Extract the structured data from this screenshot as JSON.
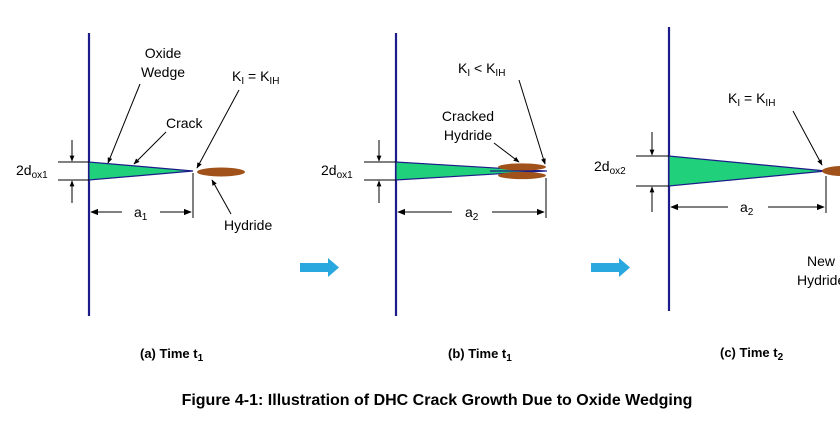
{
  "figure": {
    "caption": "Figure 4-1:  Illustration of DHC Crack Growth Due to Oxide Wedging"
  },
  "colors": {
    "wall": "#1c1c8a",
    "wedge": "#20d07a",
    "hydride": "#a0521a",
    "arrow": "#29a8e0",
    "line": "#000000"
  },
  "panels": [
    {
      "caption_main": "(a) Time t",
      "caption_sub": "1",
      "oxide_label_1": "Oxide",
      "oxide_label_2": "Wedge",
      "crack_label": "Crack",
      "k_label": {
        "main": "K",
        "sub1": "I",
        "mid": " = K",
        "sub2": "IH"
      },
      "thickness_label": {
        "main": "2d",
        "sub": "ox1"
      },
      "length_label": {
        "main": "a",
        "sub": "1"
      },
      "hydride_label": "Hydride"
    },
    {
      "caption_main": "(b) Time t",
      "caption_sub": "1",
      "k_label": {
        "main": "K",
        "sub1": "I",
        "mid": " < K",
        "sub2": "IH"
      },
      "cracked_hydride_label_1": "Cracked",
      "cracked_hydride_label_2": "Hydride",
      "thickness_label": {
        "main": "2d",
        "sub": "ox1"
      },
      "length_label": {
        "main": "a",
        "sub": "2"
      }
    },
    {
      "caption_main": "(c) Time t",
      "caption_sub": "2",
      "k_label": {
        "main": "K",
        "sub1": "I",
        "mid": " = K",
        "sub2": "IH"
      },
      "thickness_label": {
        "main": "2d",
        "sub": "ox2"
      },
      "length_label": {
        "main": "a",
        "sub": "2"
      },
      "new_hydride_label_1": "New",
      "new_hydride_label_2": "Hydride"
    }
  ]
}
